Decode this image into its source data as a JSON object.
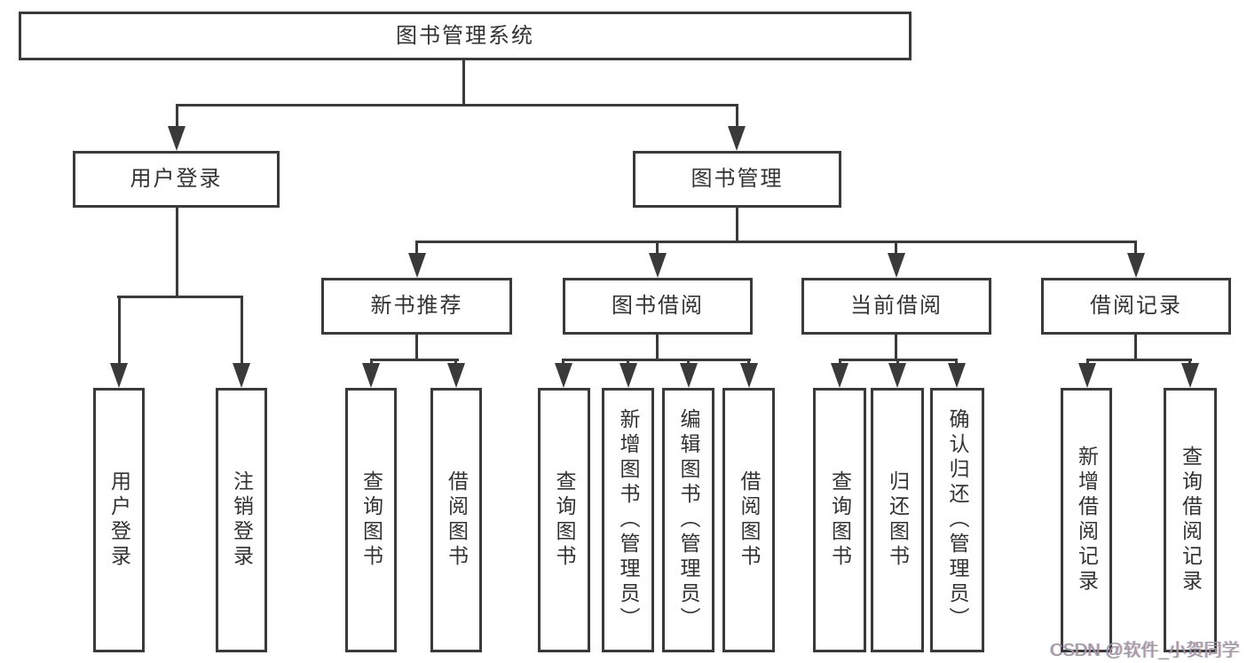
{
  "page": {
    "background": "#ffffff"
  },
  "colors": {
    "line": "#3a3a3a",
    "text": "#333333",
    "watermark": "#9b9ba1"
  },
  "watermark": {
    "text": "CSDN @软件_小贺同学"
  },
  "tree": {
    "label": "图书管理系统",
    "children": [
      {
        "label": "用户登录",
        "children": [
          {
            "label": "用户登录"
          },
          {
            "label": "注销登录"
          }
        ]
      },
      {
        "label": "图书管理",
        "children": [
          {
            "label": "新书推荐",
            "children": [
              {
                "label": "查询图书"
              },
              {
                "label": "借阅图书"
              }
            ]
          },
          {
            "label": "图书借阅",
            "children": [
              {
                "label": "查询图书"
              },
              {
                "label": "新增图书（管理员）"
              },
              {
                "label": "编辑图书（管理员）"
              },
              {
                "label": "借阅图书"
              }
            ]
          },
          {
            "label": "当前借阅",
            "children": [
              {
                "label": "查询图书"
              },
              {
                "label": "归还图书"
              },
              {
                "label": "确认归还（管理员）"
              }
            ]
          },
          {
            "label": "借阅记录",
            "children": [
              {
                "label": "新增借阅记录"
              },
              {
                "label": "查询借阅记录"
              }
            ]
          }
        ]
      }
    ]
  }
}
